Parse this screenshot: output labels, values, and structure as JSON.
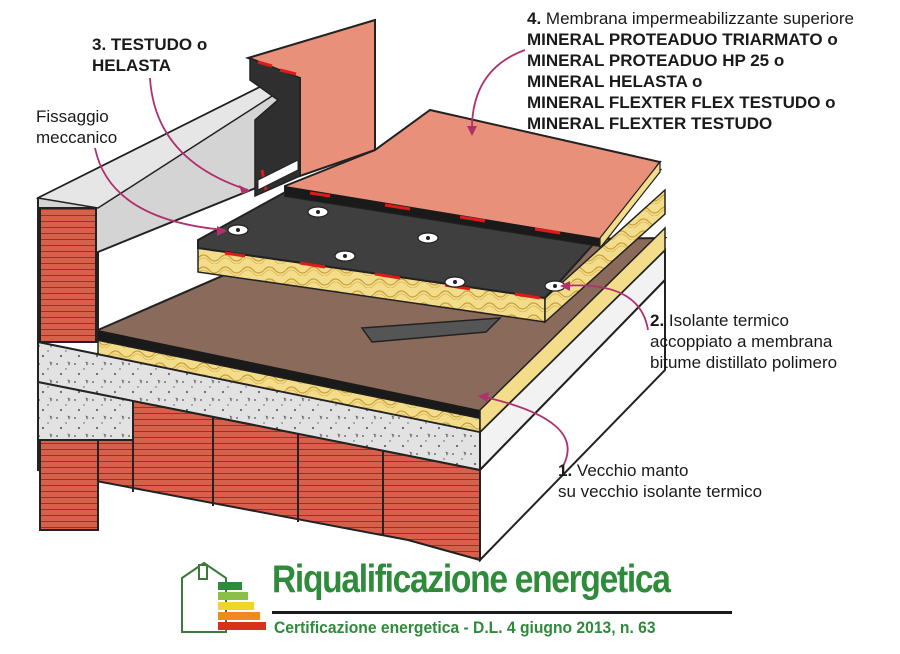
{
  "labels": {
    "top_membrane": {
      "number": "4.",
      "title": "Membrana impermeabilizzante superiore",
      "products": [
        "MINERAL PROTEADUO TRIARMATO o",
        "MINERAL PROTEADUO HP 25 o",
        "MINERAL HELASTA o",
        "MINERAL FLEXTER FLEX TESTUDO o",
        "MINERAL FLEXTER TESTUDO"
      ]
    },
    "edge_membrane": {
      "number": "3.",
      "line1": "TESTUDO o",
      "line2": "HELASTA"
    },
    "fixing": {
      "line1": "Fissaggio",
      "line2": "meccanico"
    },
    "insulation": {
      "number": "2.",
      "line1": "Isolante termico",
      "line2": "accoppiato a membrana",
      "line3": "bitume distillato polimero"
    },
    "old_roof": {
      "number": "1.",
      "line1": "Vecchio manto",
      "line2": "su vecchio isolante termico"
    }
  },
  "footer": {
    "title": "Riqualificazione energetica",
    "subtitle": "Certificazione energetica - D.L. 4 giugno 2013, n. 63"
  },
  "colors": {
    "membrane_top": "#e8907a",
    "membrane_bitumen": "#3f3f3f",
    "insulation": "#f3dd8a",
    "old_roof": "#8a6a5a",
    "brick": "#d8604a",
    "concrete": "#d9d9d9",
    "arrow": "#b0306e",
    "accent_red": "#e01a1a",
    "brand_green": "#2e8b3a"
  }
}
